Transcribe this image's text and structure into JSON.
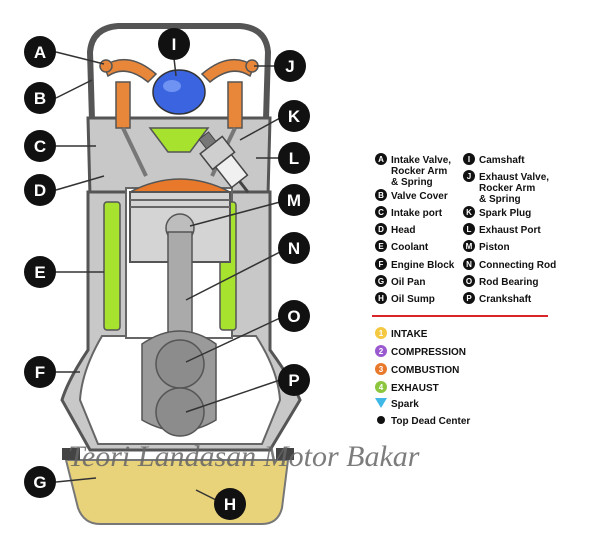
{
  "callouts": {
    "A": "A",
    "B": "B",
    "C": "C",
    "D": "D",
    "E": "E",
    "F": "F",
    "G": "G",
    "H": "H",
    "I": "I",
    "J": "J",
    "K": "K",
    "L": "L",
    "M": "M",
    "N": "N",
    "O": "O",
    "P": "P"
  },
  "legend": {
    "col1": [
      {
        "key": "A",
        "lines": [
          "Intake Valve,",
          "Rocker Arm",
          "& Spring"
        ]
      },
      {
        "key": "B",
        "lines": [
          "Valve Cover"
        ]
      },
      {
        "key": "C",
        "lines": [
          "Intake port"
        ]
      },
      {
        "key": "D",
        "lines": [
          "Head"
        ]
      },
      {
        "key": "E",
        "lines": [
          "Coolant"
        ]
      },
      {
        "key": "F",
        "lines": [
          "Engine Block"
        ]
      },
      {
        "key": "G",
        "lines": [
          "Oil Pan"
        ]
      },
      {
        "key": "H",
        "lines": [
          "Oil Sump"
        ]
      }
    ],
    "col2": [
      {
        "key": "I",
        "lines": [
          "Camshaft"
        ]
      },
      {
        "key": "J",
        "lines": [
          "Exhaust Valve,",
          "Rocker Arm",
          "& Spring"
        ]
      },
      {
        "key": "K",
        "lines": [
          "Spark Plug"
        ]
      },
      {
        "key": "L",
        "lines": [
          "Exhaust Port"
        ]
      },
      {
        "key": "M",
        "lines": [
          "Piston"
        ]
      },
      {
        "key": "N",
        "lines": [
          "Connecting Rod"
        ]
      },
      {
        "key": "O",
        "lines": [
          "Rod Bearing"
        ]
      },
      {
        "key": "P",
        "lines": [
          "Crankshaft"
        ]
      }
    ]
  },
  "strokes": [
    {
      "num": "1",
      "label": "INTAKE",
      "color": "#f5c842"
    },
    {
      "num": "2",
      "label": "COMPRESSION",
      "color": "#9b59d0"
    },
    {
      "num": "3",
      "label": "COMBUSTION",
      "color": "#e8792b"
    },
    {
      "num": "4",
      "label": "EXHAUST",
      "color": "#8cc63f"
    }
  ],
  "symbols": {
    "spark": "Spark",
    "tdc": "Top Dead Center"
  },
  "watermark": "Teori Landasan Motor Bakar",
  "colors": {
    "divider": "#d9252a",
    "coolant": "#a6e22e",
    "oil": "#e8d27a",
    "metal": "#c8c8c8",
    "rocker": "#e8873a",
    "camshaft": "#3a64e0",
    "spark_marker": "#3fb8e8"
  }
}
